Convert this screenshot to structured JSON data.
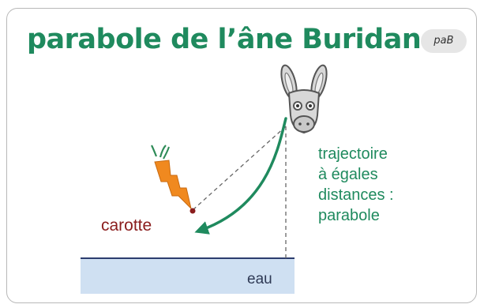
{
  "title": "parabole de l’âne Buridan",
  "badge": "paB",
  "labels": {
    "carrot": "carotte",
    "trajectory": [
      "trajectoire",
      "à égales",
      "distances :",
      "parabole"
    ],
    "water": "eau"
  },
  "colors": {
    "title_green": "#1f8a5e",
    "trajectory_green": "#1f8a5e",
    "carrot_label": "#8a1c1c",
    "carrot_orange": "#f0891f",
    "water_fill": "#cfe0f2",
    "water_line": "#2c3d6e"
  },
  "icons": [
    "donkey-head-icon",
    "carrot-icon"
  ]
}
